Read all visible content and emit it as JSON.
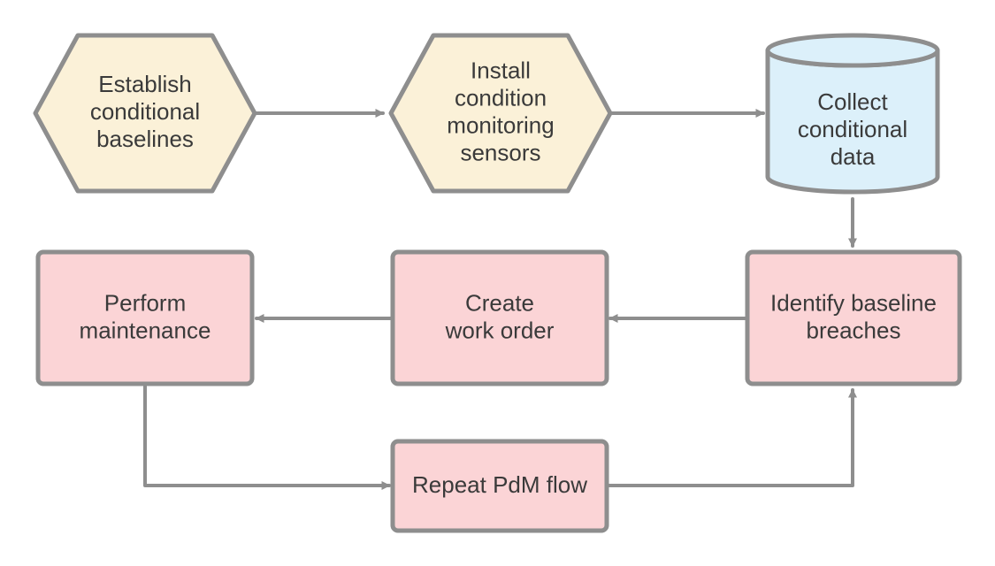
{
  "colors": {
    "stroke": "#8e8e8e",
    "hexagon_fill": "#fbf1d8",
    "cylinder_fill": "#dcf0fa",
    "box_fill": "#fbd4d6",
    "text": "#3a3a3a"
  },
  "nodes": {
    "establish": {
      "lines": [
        "Establish",
        "conditional",
        "baselines"
      ]
    },
    "install": {
      "lines": [
        "Install",
        "condition",
        "monitoring",
        "sensors"
      ]
    },
    "collect": {
      "lines": [
        "Collect",
        "conditional",
        "data"
      ]
    },
    "identify": {
      "lines": [
        "Identify baseline",
        "breaches"
      ]
    },
    "create": {
      "lines": [
        "Create",
        "work order"
      ]
    },
    "perform": {
      "lines": [
        "Perform",
        "maintenance"
      ]
    },
    "repeat": {
      "lines": [
        "Repeat PdM flow"
      ]
    }
  }
}
